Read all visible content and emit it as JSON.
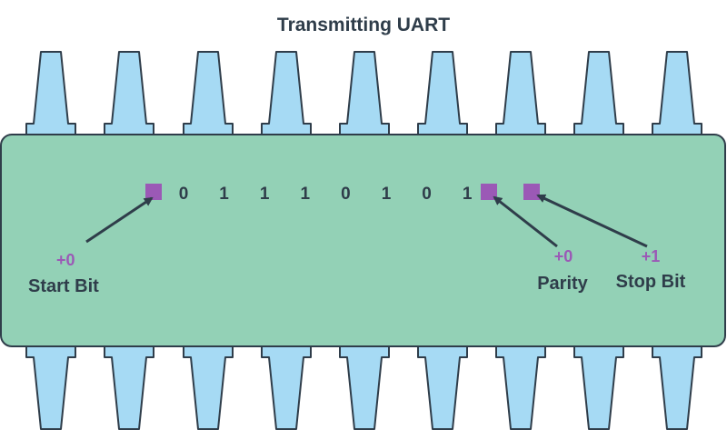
{
  "title": "Transmitting UART",
  "colors": {
    "chip_body": "#93d1b6",
    "pin": "#a6daf4",
    "outline": "#2f3d4a",
    "bit_marker": "#9b59b6",
    "value_text": "#9b59b6"
  },
  "data_bits": [
    "0",
    "1",
    "1",
    "1",
    "0",
    "1",
    "0",
    "1"
  ],
  "start_bit": {
    "label": "Start Bit",
    "value": "+0"
  },
  "parity_bit": {
    "label": "Parity",
    "value": "+0"
  },
  "stop_bit": {
    "label": "Stop Bit",
    "value": "+1"
  }
}
